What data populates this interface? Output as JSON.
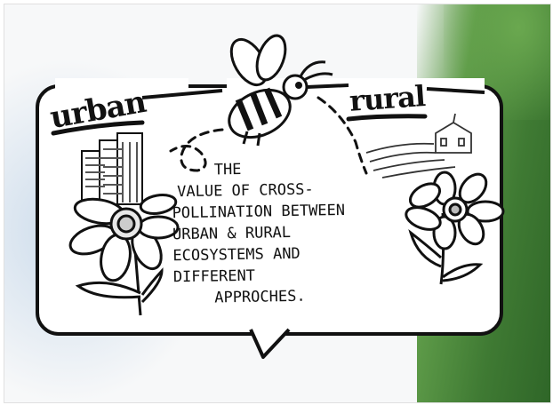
{
  "labels": {
    "urban": "urban",
    "rural": "rural"
  },
  "caption_lines": [
    "THE",
    "VALUE OF CROSS-",
    "POLLINATION BETWEEN",
    "URBAN & RURAL",
    "ECOSYSTEMS AND",
    "DIFFERENT",
    "APPROCHES."
  ],
  "colors": {
    "ink": "#111111",
    "left_wash": "#a8c4e0",
    "right_wash": "#3f7a33",
    "card": "#ffffff"
  },
  "icons": [
    "bee-icon",
    "buildings-icon",
    "urban-flower-icon",
    "rural-flower-icon",
    "farmhouse-icon",
    "flight-path-icon"
  ]
}
